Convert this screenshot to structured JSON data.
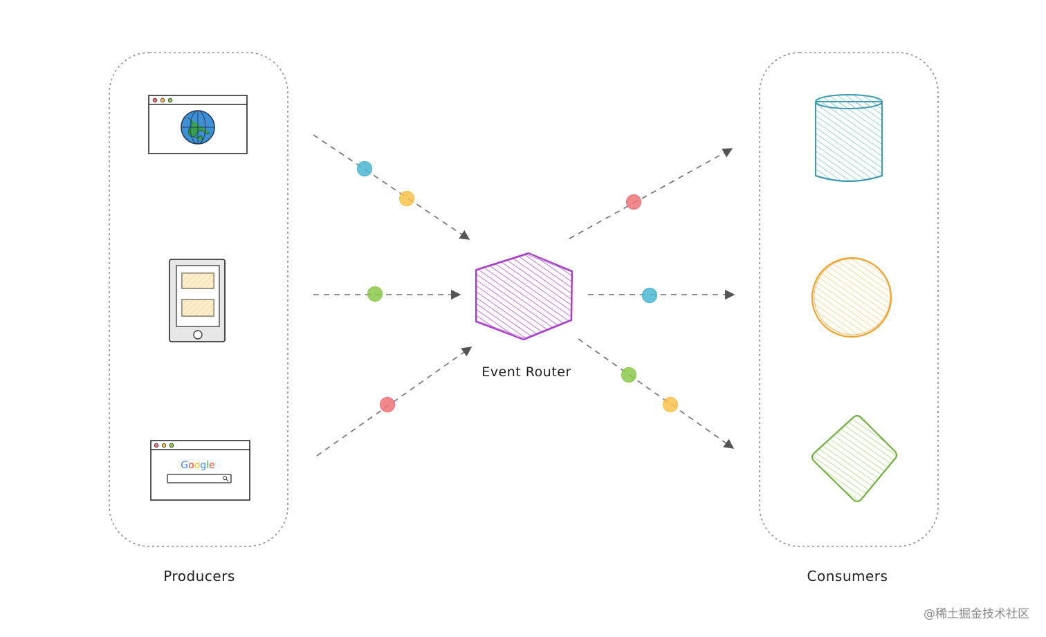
{
  "diagram": {
    "producers_label": "Producers",
    "consumers_label": "Consumers",
    "router_label": "Event Router",
    "google_logo": {
      "letters": [
        {
          "char": "G",
          "color": "#4285F4"
        },
        {
          "char": "o",
          "color": "#EA4335"
        },
        {
          "char": "o",
          "color": "#FBBC05"
        },
        {
          "char": "g",
          "color": "#4285F4"
        },
        {
          "char": "l",
          "color": "#34A853"
        },
        {
          "char": "e",
          "color": "#EA4335"
        }
      ]
    }
  },
  "watermark": "@稀土掘金技术社区",
  "colors": {
    "blue_event": "#4bb6d2",
    "yellow_event": "#f8c14a",
    "green_event": "#8cc84b",
    "red_event": "#f07278",
    "router": "#a83cc8",
    "database": "#3a9bb0",
    "circle_consumer": "#f0a12e",
    "diamond_consumer": "#6fb040"
  }
}
